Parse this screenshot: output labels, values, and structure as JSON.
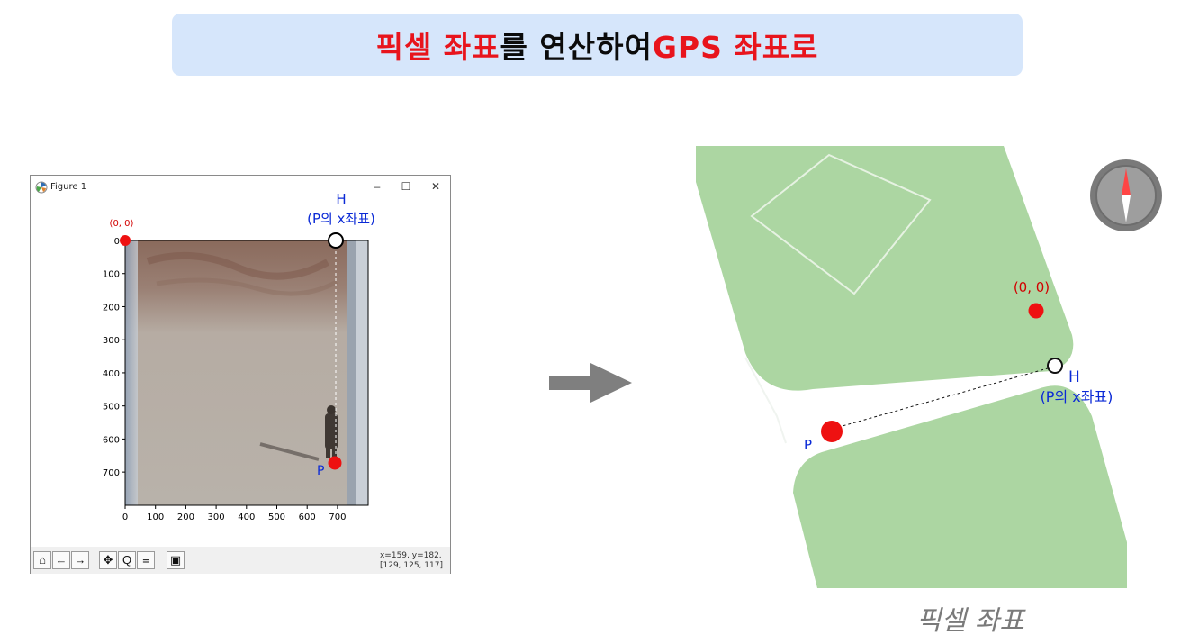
{
  "banner": {
    "part1": "픽셀 좌표",
    "part2": "를 연산하여 ",
    "part3": "GPS 좌표로"
  },
  "figure_window": {
    "title": "Figure 1",
    "minimize": "–",
    "maximize": "☐",
    "close": "✕",
    "x_ticks": [
      "0",
      "100",
      "200",
      "300",
      "400",
      "500",
      "600",
      "700"
    ],
    "y_ticks": [
      "0",
      "100",
      "200",
      "300",
      "400",
      "500",
      "600",
      "700"
    ],
    "origin_label": "(0, 0)",
    "h_label": "H",
    "h_sub": "(P의  x좌표)",
    "p_label": "P",
    "status_line1": "x=159, y=182.",
    "status_line2": "[129, 125, 117]",
    "toolbar_icons": [
      "home-icon",
      "back-icon",
      "forward-icon",
      "pan-icon",
      "zoom-icon",
      "configure-icon",
      "save-icon"
    ]
  },
  "map": {
    "origin_label": "(0, 0)",
    "h_label": "H",
    "h_sub": "(P의  x좌표)",
    "p_label": "P",
    "colors": {
      "park": "#acd6a2",
      "path": "#ffffff",
      "marker": "#ee1111",
      "label_blue": "#0b2ad6"
    }
  },
  "caption": "픽셀 좌표"
}
